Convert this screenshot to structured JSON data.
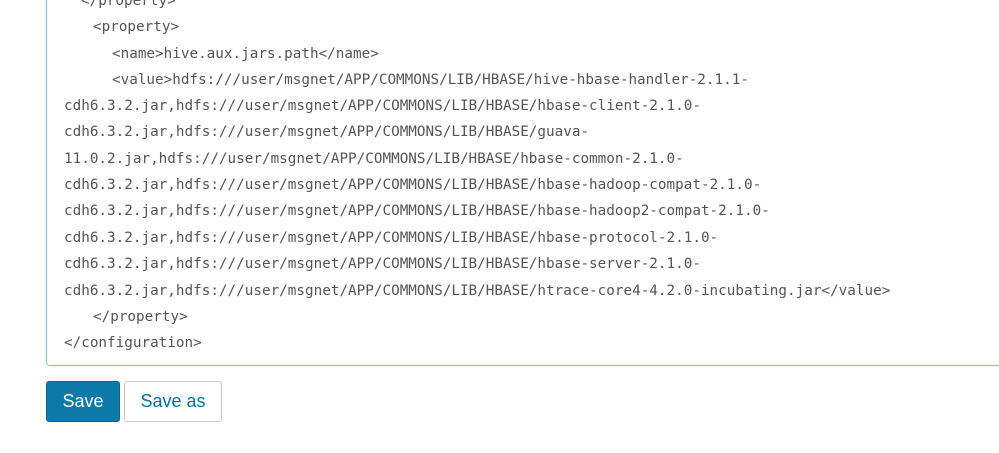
{
  "editor": {
    "lines": [
      "</property>",
      "<property>",
      "<name>hive.aux.jars.path</name>",
      "<value>hdfs:///user/msgnet/APP/COMMONS/LIB/HBASE/hive-hbase-handler-2.1.1-",
      "cdh6.3.2.jar,hdfs:///user/msgnet/APP/COMMONS/LIB/HBASE/hbase-client-2.1.0-",
      "cdh6.3.2.jar,hdfs:///user/msgnet/APP/COMMONS/LIB/HBASE/guava-",
      "11.0.2.jar,hdfs:///user/msgnet/APP/COMMONS/LIB/HBASE/hbase-common-2.1.0-",
      "cdh6.3.2.jar,hdfs:///user/msgnet/APP/COMMONS/LIB/HBASE/hbase-hadoop-compat-2.1.0-",
      "cdh6.3.2.jar,hdfs:///user/msgnet/APP/COMMONS/LIB/HBASE/hbase-hadoop2-compat-2.1.0-",
      "cdh6.3.2.jar,hdfs:///user/msgnet/APP/COMMONS/LIB/HBASE/hbase-protocol-2.1.0-",
      "cdh6.3.2.jar,hdfs:///user/msgnet/APP/COMMONS/LIB/HBASE/hbase-server-2.1.0-",
      "cdh6.3.2.jar,hdfs:///user/msgnet/APP/COMMONS/LIB/HBASE/htrace-core4-4.2.0-incubating.jar</value>",
      "</property>",
      "</configuration>"
    ]
  },
  "actions": {
    "save_label": "Save",
    "save_as_label": "Save as"
  },
  "colors": {
    "primary": "#0b7aa8",
    "editor_border": "#8fc1e8",
    "code_text": "#555555"
  }
}
